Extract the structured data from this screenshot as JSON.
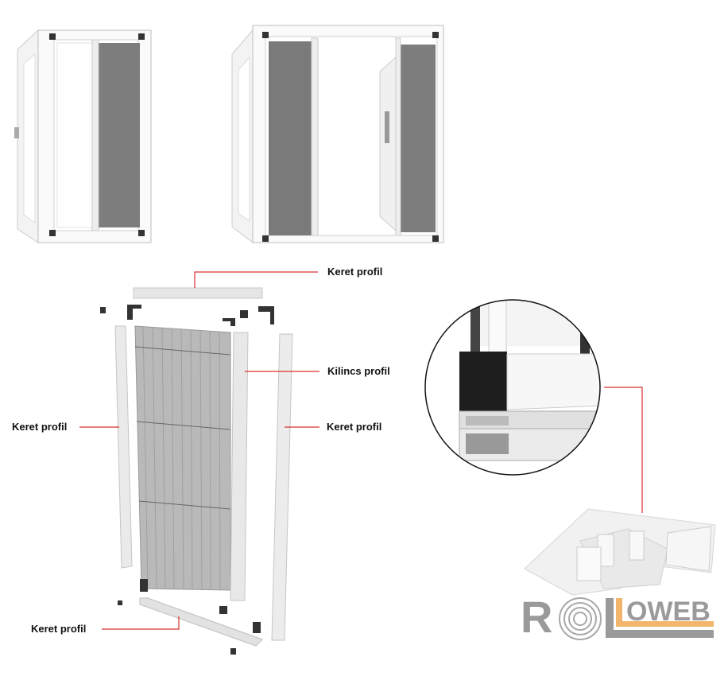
{
  "labels": {
    "top_frame": "Keret profil",
    "handle_profile": "Kilincs profil",
    "left_frame": "Keret profil",
    "right_frame": "Keret profil",
    "bottom_frame": "Keret profil"
  },
  "logo": {
    "part1": "RO",
    "part2": "L",
    "part3": "OWEB"
  },
  "colors": {
    "leader_line": "#d9302c",
    "logo_gray": "#9a9a9a",
    "logo_orange": "#f2b56b",
    "mesh": "#7d7d7d"
  }
}
